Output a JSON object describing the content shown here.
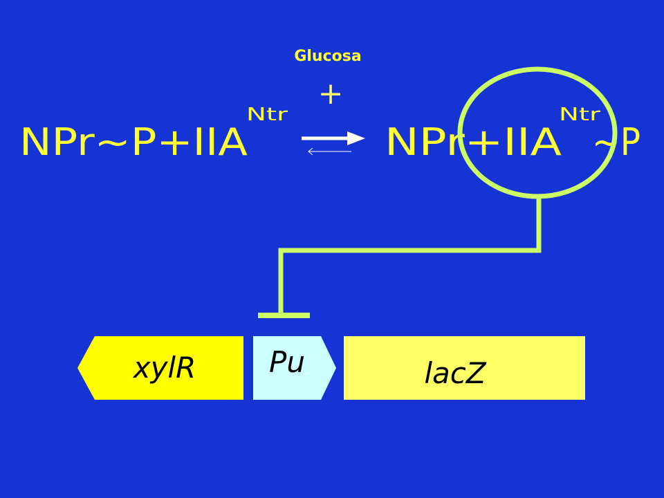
{
  "reaction": {
    "stimulus": "Glucosa",
    "stimulus_sign": "+",
    "left": "NPr~P+IIA",
    "left_superscript": "Ntr",
    "right": "NPr+IIA",
    "right_superscript": "Ntr",
    "right_suffix": "~P"
  },
  "genes": {
    "xylR": "xylR",
    "pu": "Pu",
    "lacZ": "lacZ"
  },
  "colors": {
    "background": "#1633d4",
    "text": "#ffff33",
    "highlight": "#ccff66",
    "xylR": "#ffff00",
    "pu": "#ccffff",
    "lacZ": "#ffff66"
  }
}
